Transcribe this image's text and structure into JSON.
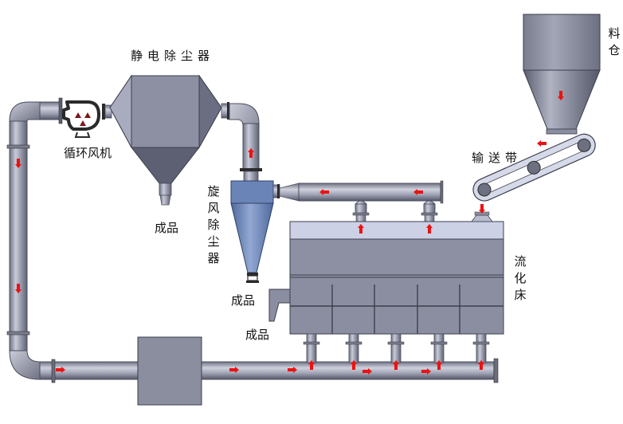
{
  "diagram": {
    "type": "process-flow",
    "subject": "fluidized bed drying system with closed-loop air circulation",
    "flow_color": "#ee1111",
    "equipment_color": "#8e92a2",
    "cyclone_color": "#6f87b8"
  },
  "labels": {
    "electrostatic_precipitator": "静电除尘器",
    "circulation_fan": "循环风机",
    "product_precipitator": "成品",
    "cyclone": "旋风除尘器",
    "product_cyclone": "成品",
    "product_bed": "成品",
    "fluidized_bed": "流化床",
    "conveyor_belt": "输送带",
    "silo": "料仓"
  },
  "components": [
    {
      "id": "silo",
      "label": "料仓"
    },
    {
      "id": "conveyor-belt",
      "label": "输送带"
    },
    {
      "id": "fluidized-bed",
      "label": "流化床"
    },
    {
      "id": "cyclone",
      "label": "旋风除尘器"
    },
    {
      "id": "electrostatic-precipitator",
      "label": "静电除尘器"
    },
    {
      "id": "circulation-fan",
      "label": "循环风机"
    },
    {
      "id": "heater-box",
      "label": ""
    }
  ],
  "flow_sequence": [
    "料仓",
    "输送带",
    "流化床",
    "旋风除尘器",
    "静电除尘器",
    "循环风机",
    "流化床"
  ]
}
